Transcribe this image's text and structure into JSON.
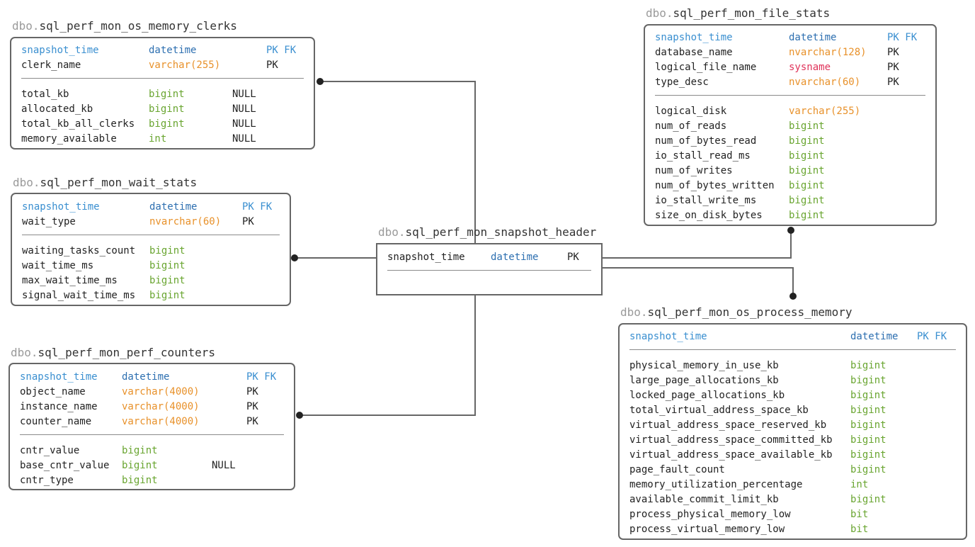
{
  "colors": {
    "pk_fk": "#3a8fd0",
    "datetime": "#2d6fb0",
    "varchar": "#e8912a",
    "sysname": "#e0335a",
    "bigint": "#69a530",
    "int": "#69a530",
    "bit": "#69a530"
  },
  "tables": [
    {
      "schema": "dbo.",
      "name": "sql_perf_mon_os_memory_clerks",
      "keys": [
        {
          "name": "snapshot_time",
          "type": "datetime",
          "key": "PK FK"
        },
        {
          "name": "clerk_name",
          "type": "varchar(255)",
          "key": "PK"
        }
      ],
      "columns": [
        {
          "name": "total_kb",
          "type": "bigint",
          "null": "NULL"
        },
        {
          "name": "allocated_kb",
          "type": "bigint",
          "null": "NULL"
        },
        {
          "name": "total_kb_all_clerks",
          "type": "bigint",
          "null": "NULL"
        },
        {
          "name": "memory_available",
          "type": "int",
          "null": "NULL"
        }
      ]
    },
    {
      "schema": "dbo.",
      "name": "sql_perf_mon_wait_stats",
      "keys": [
        {
          "name": "snapshot_time",
          "type": "datetime",
          "key": "PK FK"
        },
        {
          "name": "wait_type",
          "type": "nvarchar(60)",
          "key": "PK"
        }
      ],
      "columns": [
        {
          "name": "waiting_tasks_count",
          "type": "bigint"
        },
        {
          "name": "wait_time_ms",
          "type": "bigint"
        },
        {
          "name": "max_wait_time_ms",
          "type": "bigint"
        },
        {
          "name": "signal_wait_time_ms",
          "type": "bigint"
        }
      ]
    },
    {
      "schema": "dbo.",
      "name": "sql_perf_mon_perf_counters",
      "keys": [
        {
          "name": "snapshot_time",
          "type": "datetime",
          "key": "PK FK"
        },
        {
          "name": "object_name",
          "type": "varchar(4000)",
          "key": "PK"
        },
        {
          "name": "instance_name",
          "type": "varchar(4000)",
          "key": "PK"
        },
        {
          "name": "counter_name",
          "type": "varchar(4000)",
          "key": "PK"
        }
      ],
      "columns": [
        {
          "name": "cntr_value",
          "type": "bigint"
        },
        {
          "name": "base_cntr_value",
          "type": "bigint",
          "null": "NULL"
        },
        {
          "name": "cntr_type",
          "type": "bigint"
        }
      ]
    },
    {
      "schema": "dbo.",
      "name": "sql_perf_mon_snapshot_header",
      "keys": [
        {
          "name": "snapshot_time",
          "type": "datetime",
          "key": "PK"
        }
      ],
      "columns": []
    },
    {
      "schema": "dbo.",
      "name": "sql_perf_mon_file_stats",
      "keys": [
        {
          "name": "snapshot_time",
          "type": "datetime",
          "key": "PK FK"
        },
        {
          "name": "database_name",
          "type": "nvarchar(128)",
          "key": "PK"
        },
        {
          "name": "logical_file_name",
          "type": "sysname",
          "key": "PK"
        },
        {
          "name": "type_desc",
          "type": "nvarchar(60)",
          "key": "PK"
        }
      ],
      "columns": [
        {
          "name": "logical_disk",
          "type": "varchar(255)"
        },
        {
          "name": "num_of_reads",
          "type": "bigint"
        },
        {
          "name": "num_of_bytes_read",
          "type": "bigint"
        },
        {
          "name": "io_stall_read_ms",
          "type": "bigint"
        },
        {
          "name": "num_of_writes",
          "type": "bigint"
        },
        {
          "name": "num_of_bytes_written",
          "type": "bigint"
        },
        {
          "name": "io_stall_write_ms",
          "type": "bigint"
        },
        {
          "name": "size_on_disk_bytes",
          "type": "bigint"
        }
      ]
    },
    {
      "schema": "dbo.",
      "name": "sql_perf_mon_os_process_memory",
      "keys": [
        {
          "name": "snapshot_time",
          "type": "datetime",
          "key": "PK FK"
        }
      ],
      "columns": [
        {
          "name": "physical_memory_in_use_kb",
          "type": "bigint"
        },
        {
          "name": "large_page_allocations_kb",
          "type": "bigint"
        },
        {
          "name": "locked_page_allocations_kb",
          "type": "bigint"
        },
        {
          "name": "total_virtual_address_space_kb",
          "type": "bigint"
        },
        {
          "name": "virtual_address_space_reserved_kb",
          "type": "bigint"
        },
        {
          "name": "virtual_address_space_committed_kb",
          "type": "bigint"
        },
        {
          "name": "virtual_address_space_available_kb",
          "type": "bigint"
        },
        {
          "name": "page_fault_count",
          "type": "bigint"
        },
        {
          "name": "memory_utilization_percentage",
          "type": "int"
        },
        {
          "name": "available_commit_limit_kb",
          "type": "bigint"
        },
        {
          "name": "process_physical_memory_low",
          "type": "bit"
        },
        {
          "name": "process_virtual_memory_low",
          "type": "bit"
        }
      ]
    }
  ]
}
